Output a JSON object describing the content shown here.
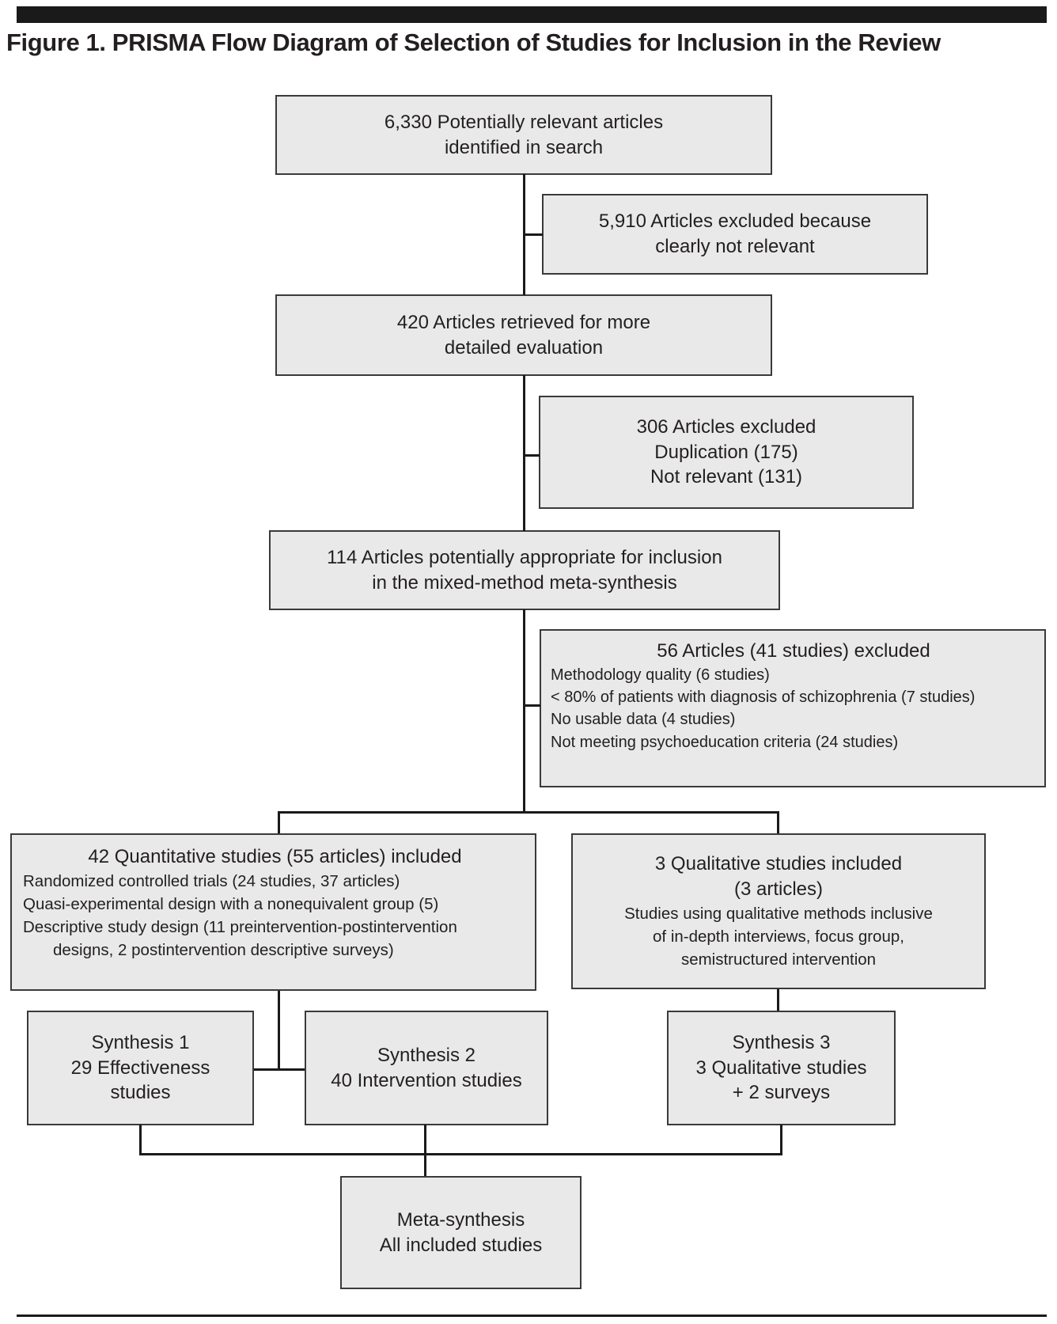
{
  "page": {
    "title": "Figure 1. PRISMA Flow Diagram of Selection of Studies for Inclusion in the Review"
  },
  "colors": {
    "box_fill": "#e9e9e9",
    "box_border": "#3a3a3a",
    "connector": "#1a1a1a",
    "text": "#231f20",
    "rule": "#1a1a1a"
  },
  "boxes": {
    "identified": {
      "lines": [
        "6,330 Potentially relevant articles",
        "identified in search"
      ]
    },
    "excluded_not_relevant": {
      "lines": [
        "5,910 Articles excluded because",
        "clearly not relevant"
      ]
    },
    "retrieved": {
      "lines": [
        "420 Articles retrieved for more",
        "detailed evaluation"
      ]
    },
    "excluded_duplication": {
      "lines": [
        "306 Articles excluded",
        "Duplication (175)",
        "Not relevant (131)"
      ]
    },
    "potentially_appropriate": {
      "lines": [
        "114 Articles potentially appropriate for inclusion",
        "in the mixed-method meta-synthesis"
      ]
    },
    "excluded_criteria": {
      "title": "56 Articles (41 studies) excluded",
      "details": [
        "Methodology quality (6 studies)",
        "< 80% of patients with diagnosis of schizophrenia (7 studies)",
        "No usable data (4 studies)",
        "Not meeting psychoeducation criteria (24 studies)"
      ]
    },
    "quantitative_included": {
      "title": "42 Quantitative studies (55 articles) included",
      "details": [
        "Randomized controlled trials (24 studies, 37 articles)",
        "Quasi-experimental design with a nonequivalent group (5)",
        "Descriptive study design (11 preintervention-postintervention",
        "designs, 2 postintervention descriptive surveys)"
      ]
    },
    "qualitative_included": {
      "lines": [
        "3 Qualitative studies included",
        "(3 articles)"
      ],
      "details": [
        "Studies using qualitative methods inclusive",
        "of in-depth interviews, focus group,",
        "semistructured intervention"
      ]
    },
    "synthesis1": {
      "lines": [
        "Synthesis 1",
        "29 Effectiveness",
        "studies"
      ]
    },
    "synthesis2": {
      "lines": [
        "Synthesis 2",
        "40 Intervention studies"
      ]
    },
    "synthesis3": {
      "lines": [
        "Synthesis 3",
        "3 Qualitative studies",
        "+ 2 surveys"
      ]
    },
    "meta_synthesis": {
      "lines": [
        "Meta-synthesis",
        "All included studies"
      ]
    }
  }
}
